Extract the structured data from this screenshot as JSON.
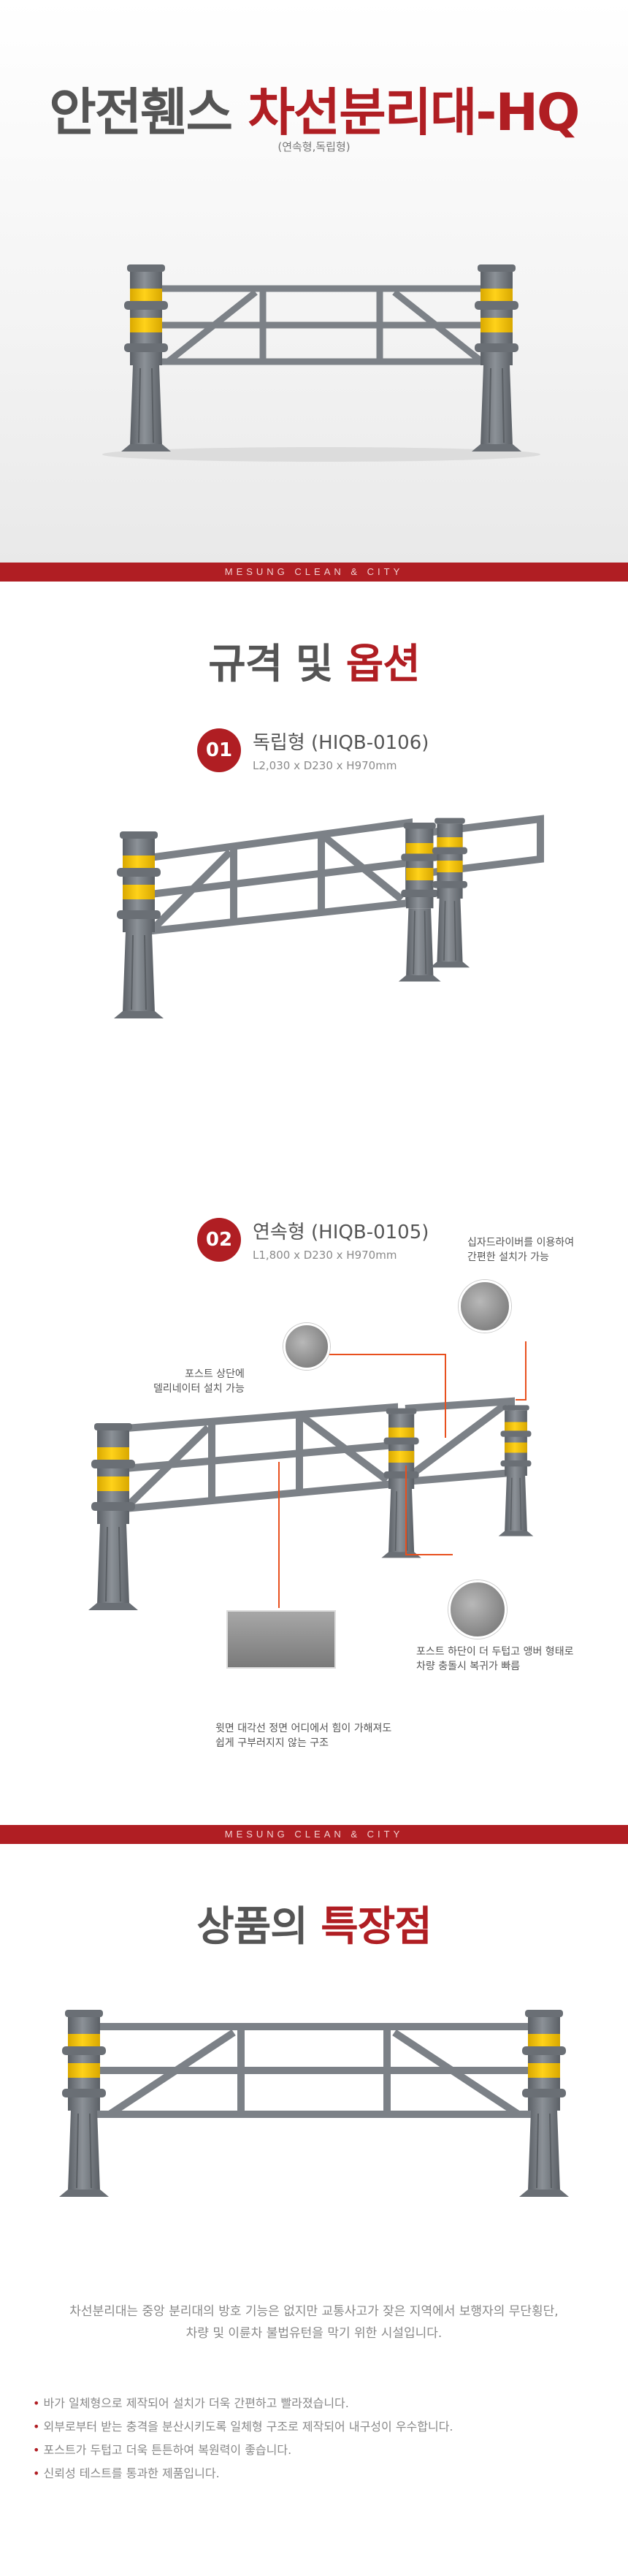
{
  "hero": {
    "title_a": "안전휀스",
    "title_b": "차선분리대-HQ",
    "subtitle": "(연속형,독립형)"
  },
  "band_text": "MESUNG CLEAN & CITY",
  "specs_section": {
    "title_a": "규격 및",
    "title_b": "옵션",
    "items": [
      {
        "num": "01",
        "name": "독립형 (HIQB-0106)",
        "dims": "L2,030 x D230 x H970mm"
      },
      {
        "num": "02",
        "name": "연속형 (HIQB-0105)",
        "dims": "L1,800 x D230 x H970mm"
      }
    ],
    "callouts": {
      "top_right": [
        "십자드라이버를 이용하여",
        "간편한 설치가 가능"
      ],
      "top_left": [
        "포스트 상단에",
        "델리네이터 설치 가능"
      ],
      "bottom_right": [
        "포스트 하단이 더 두텁고 앵버 형태로",
        "차량 충돌시 복귀가 빠름"
      ],
      "bottom_left": [
        "윗면 대각선 정면 어디에서 힘이 가해져도",
        "쉽게 구부러지지 않는 구조"
      ]
    }
  },
  "features_section": {
    "title_a": "상품의",
    "title_b": "특장점",
    "description": [
      "차선분리대는 중앙 분리대의 방호 기능은 없지만 교통사고가 잦은 지역에서 보행자의 무단횡단,",
      "차량 및 이륜차 불법유턴을 막기 위한 시설입니다."
    ],
    "bullets": [
      "바가 일체형으로 제작되어 설치가 더욱 간편하고 빨라졌습니다.",
      "외부로부터 받는 충격을 분산시키도록 일체형 구조로 제작되어 내구성이 우수합니다.",
      "포스트가 두텁고 더욱 튼튼하여 복원력이 좋습니다.",
      "신뢰성 테스트를 통과한 제품입니다."
    ]
  },
  "colors": {
    "accent": "#b01e23",
    "post": "#757a80",
    "reflector": "#f2c200"
  }
}
